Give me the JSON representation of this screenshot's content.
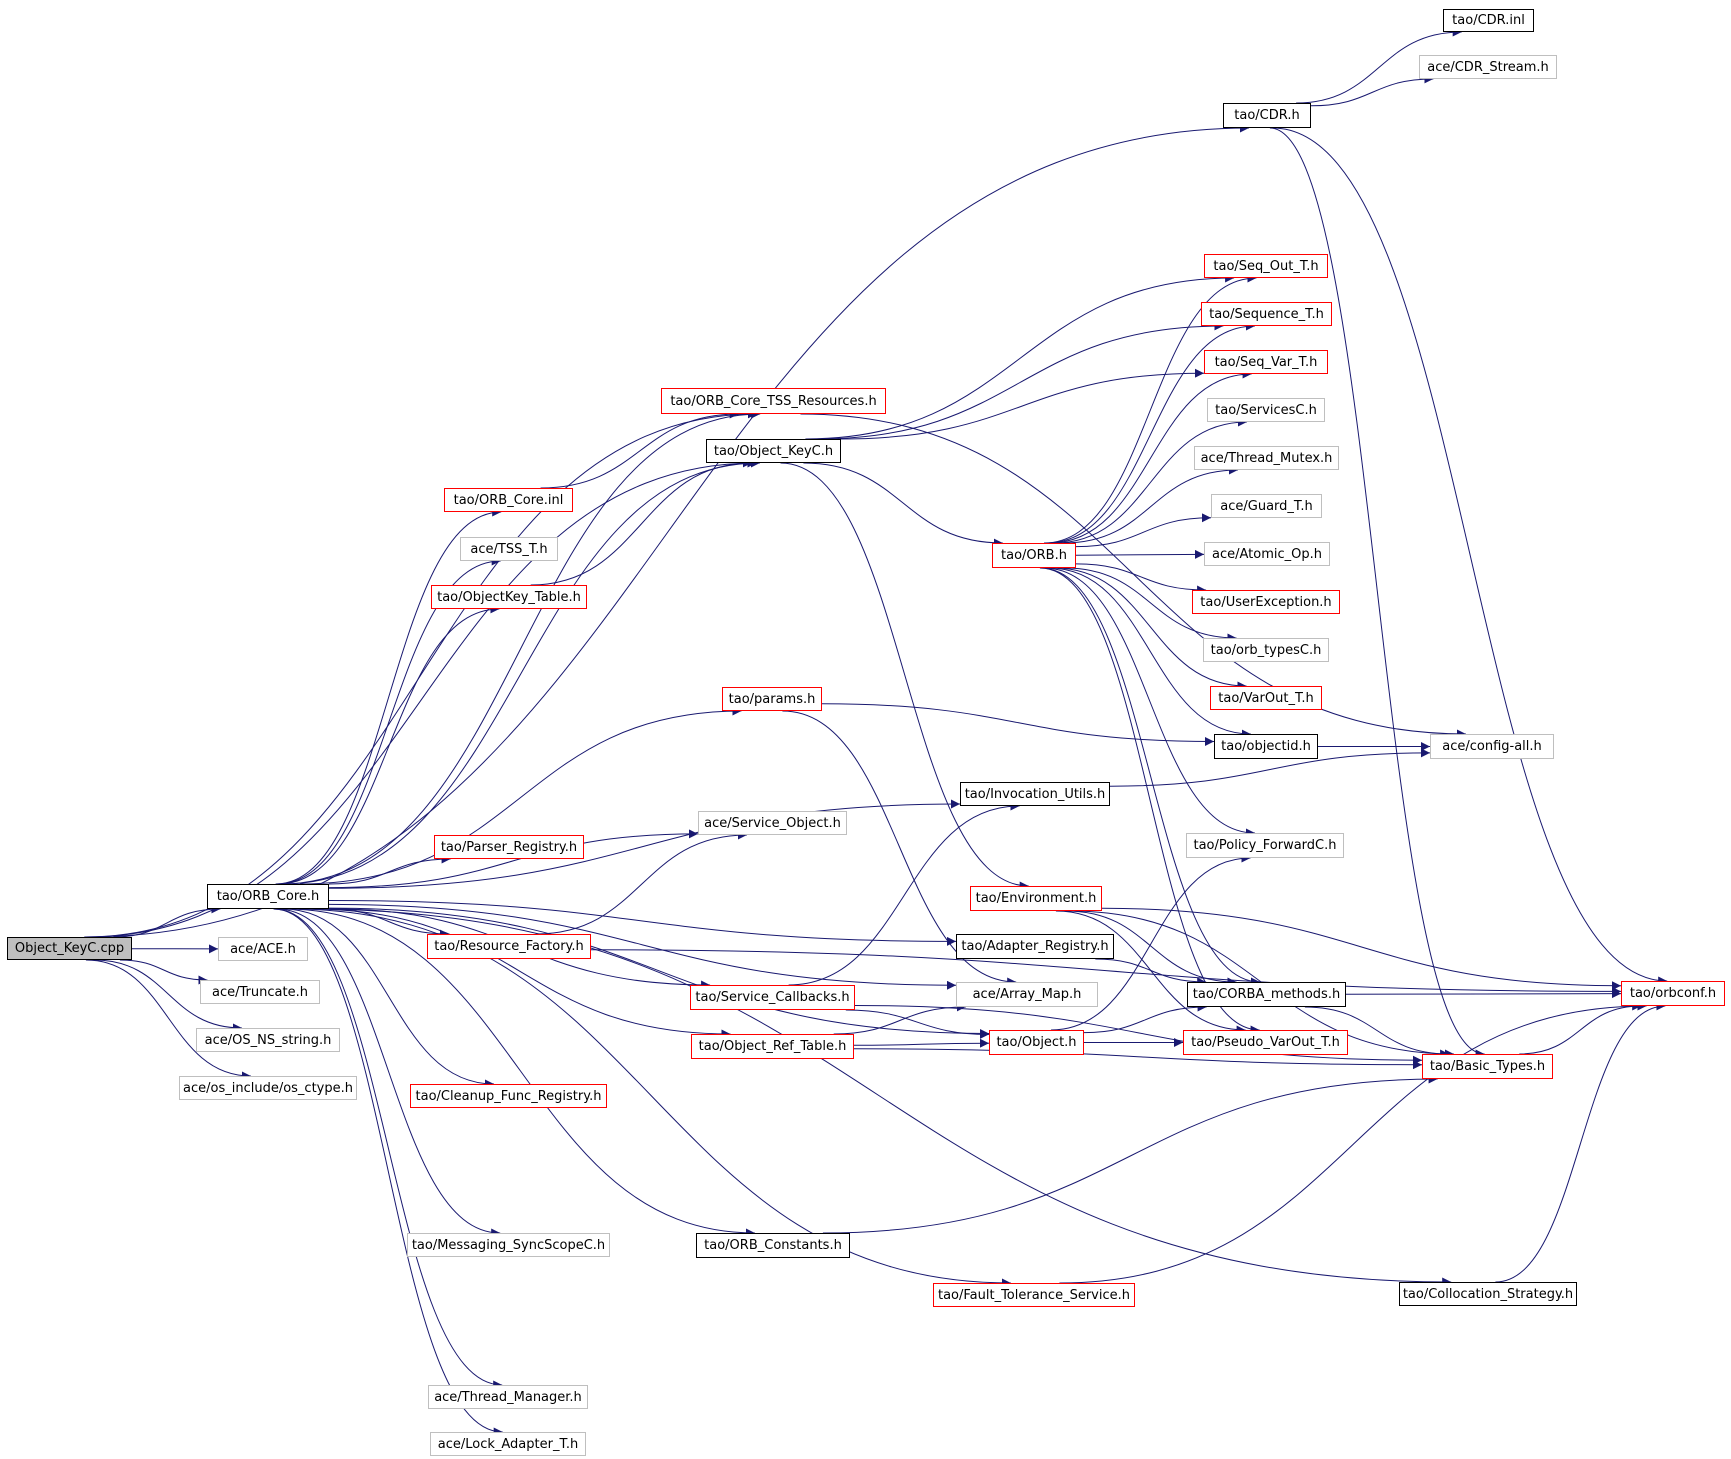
{
  "title": "",
  "colors": {
    "edge": "#191970",
    "documented": "#000000",
    "has_missing_parts": "#ff0000",
    "undocumented": "#bfbfbf",
    "root_fill": "#bfbfbf"
  },
  "nodes": [
    {
      "id": "n0",
      "label": "Object_KeyC.cpp",
      "style": "root"
    },
    {
      "id": "n1",
      "label": "tao/ORB_Core.h",
      "style": "black"
    },
    {
      "id": "n2",
      "label": "ace/ACE.h",
      "style": "gray"
    },
    {
      "id": "n3",
      "label": "ace/Truncate.h",
      "style": "gray"
    },
    {
      "id": "n4",
      "label": "ace/OS_NS_string.h",
      "style": "gray"
    },
    {
      "id": "n5",
      "label": "ace/os_include/os_ctype.h",
      "style": "gray"
    },
    {
      "id": "n6",
      "label": "tao/CDR.h",
      "style": "black"
    },
    {
      "id": "n7",
      "label": "tao/CDR.inl",
      "style": "black"
    },
    {
      "id": "n8",
      "label": "ace/CDR_Stream.h",
      "style": "gray"
    },
    {
      "id": "n9",
      "label": "tao/ORB_Core_TSS_Resources.h",
      "style": "red"
    },
    {
      "id": "n10",
      "label": "tao/Object_KeyC.h",
      "style": "black"
    },
    {
      "id": "n11",
      "label": "tao/ORB_Core.inl",
      "style": "red"
    },
    {
      "id": "n12",
      "label": "ace/TSS_T.h",
      "style": "gray"
    },
    {
      "id": "n13",
      "label": "tao/ObjectKey_Table.h",
      "style": "red"
    },
    {
      "id": "n14",
      "label": "tao/params.h",
      "style": "red"
    },
    {
      "id": "n15",
      "label": "tao/Invocation_Utils.h",
      "style": "black"
    },
    {
      "id": "n16",
      "label": "ace/Service_Object.h",
      "style": "gray"
    },
    {
      "id": "n17",
      "label": "tao/Parser_Registry.h",
      "style": "red"
    },
    {
      "id": "n18",
      "label": "tao/Resource_Factory.h",
      "style": "red"
    },
    {
      "id": "n19",
      "label": "tao/Environment.h",
      "style": "red"
    },
    {
      "id": "n20",
      "label": "tao/Adapter_Registry.h",
      "style": "black"
    },
    {
      "id": "n21",
      "label": "ace/Array_Map.h",
      "style": "gray"
    },
    {
      "id": "n22",
      "label": "tao/Service_Callbacks.h",
      "style": "red"
    },
    {
      "id": "n23",
      "label": "tao/Object_Ref_Table.h",
      "style": "red"
    },
    {
      "id": "n24",
      "label": "tao/Object.h",
      "style": "red"
    },
    {
      "id": "n25",
      "label": "tao/Cleanup_Func_Registry.h",
      "style": "red"
    },
    {
      "id": "n26",
      "label": "tao/Messaging_SyncScopeC.h",
      "style": "gray"
    },
    {
      "id": "n27",
      "label": "tao/ORB_Constants.h",
      "style": "black"
    },
    {
      "id": "n28",
      "label": "tao/Fault_Tolerance_Service.h",
      "style": "red"
    },
    {
      "id": "n29",
      "label": "tao/Collocation_Strategy.h",
      "style": "black"
    },
    {
      "id": "n30",
      "label": "ace/Thread_Manager.h",
      "style": "gray"
    },
    {
      "id": "n31",
      "label": "ace/Lock_Adapter_T.h",
      "style": "gray"
    },
    {
      "id": "n32",
      "label": "tao/ORB.h",
      "style": "red"
    },
    {
      "id": "n33",
      "label": "tao/Seq_Out_T.h",
      "style": "red"
    },
    {
      "id": "n34",
      "label": "tao/Sequence_T.h",
      "style": "red"
    },
    {
      "id": "n35",
      "label": "tao/Seq_Var_T.h",
      "style": "red"
    },
    {
      "id": "n36",
      "label": "tao/ServicesC.h",
      "style": "gray"
    },
    {
      "id": "n37",
      "label": "ace/Thread_Mutex.h",
      "style": "gray"
    },
    {
      "id": "n38",
      "label": "ace/Guard_T.h",
      "style": "gray"
    },
    {
      "id": "n39",
      "label": "ace/Atomic_Op.h",
      "style": "gray"
    },
    {
      "id": "n40",
      "label": "tao/UserException.h",
      "style": "red"
    },
    {
      "id": "n41",
      "label": "tao/orb_typesC.h",
      "style": "gray"
    },
    {
      "id": "n42",
      "label": "tao/VarOut_T.h",
      "style": "red"
    },
    {
      "id": "n43",
      "label": "tao/objectid.h",
      "style": "black"
    },
    {
      "id": "n44",
      "label": "ace/config-all.h",
      "style": "gray"
    },
    {
      "id": "n45",
      "label": "tao/Policy_ForwardC.h",
      "style": "gray"
    },
    {
      "id": "n46",
      "label": "tao/CORBA_methods.h",
      "style": "black"
    },
    {
      "id": "n47",
      "label": "tao/Pseudo_VarOut_T.h",
      "style": "red"
    },
    {
      "id": "n48",
      "label": "tao/Basic_Types.h",
      "style": "red"
    },
    {
      "id": "n49",
      "label": "tao/orbconf.h",
      "style": "red"
    }
  ],
  "edges": [
    [
      "n0",
      "n1"
    ],
    [
      "n0",
      "n2"
    ],
    [
      "n0",
      "n3"
    ],
    [
      "n0",
      "n4"
    ],
    [
      "n0",
      "n5"
    ],
    [
      "n0",
      "n6"
    ],
    [
      "n0",
      "n9"
    ],
    [
      "n0",
      "n10"
    ],
    [
      "n6",
      "n7"
    ],
    [
      "n6",
      "n8"
    ],
    [
      "n6",
      "n49"
    ],
    [
      "n6",
      "n48"
    ],
    [
      "n1",
      "n9"
    ],
    [
      "n1",
      "n10"
    ],
    [
      "n1",
      "n11"
    ],
    [
      "n1",
      "n12"
    ],
    [
      "n1",
      "n13"
    ],
    [
      "n1",
      "n14"
    ],
    [
      "n1",
      "n15"
    ],
    [
      "n1",
      "n16"
    ],
    [
      "n1",
      "n17"
    ],
    [
      "n1",
      "n18"
    ],
    [
      "n1",
      "n20"
    ],
    [
      "n1",
      "n21"
    ],
    [
      "n1",
      "n22"
    ],
    [
      "n1",
      "n23"
    ],
    [
      "n1",
      "n24"
    ],
    [
      "n1",
      "n25"
    ],
    [
      "n1",
      "n26"
    ],
    [
      "n1",
      "n27"
    ],
    [
      "n1",
      "n28"
    ],
    [
      "n1",
      "n29"
    ],
    [
      "n1",
      "n30"
    ],
    [
      "n1",
      "n31"
    ],
    [
      "n11",
      "n9"
    ],
    [
      "n13",
      "n10"
    ],
    [
      "n9",
      "n44"
    ],
    [
      "n10",
      "n32"
    ],
    [
      "n10",
      "n19"
    ],
    [
      "n10",
      "n33"
    ],
    [
      "n10",
      "n34"
    ],
    [
      "n10",
      "n35"
    ],
    [
      "n32",
      "n33"
    ],
    [
      "n32",
      "n34"
    ],
    [
      "n32",
      "n35"
    ],
    [
      "n32",
      "n36"
    ],
    [
      "n32",
      "n37"
    ],
    [
      "n32",
      "n38"
    ],
    [
      "n32",
      "n39"
    ],
    [
      "n32",
      "n40"
    ],
    [
      "n32",
      "n41"
    ],
    [
      "n32",
      "n42"
    ],
    [
      "n32",
      "n43"
    ],
    [
      "n32",
      "n45"
    ],
    [
      "n32",
      "n46"
    ],
    [
      "n32",
      "n47"
    ],
    [
      "n14",
      "n43"
    ],
    [
      "n14",
      "n21"
    ],
    [
      "n43",
      "n44"
    ],
    [
      "n15",
      "n44"
    ],
    [
      "n18",
      "n16"
    ],
    [
      "n18",
      "n49"
    ],
    [
      "n22",
      "n15"
    ],
    [
      "n22",
      "n24"
    ],
    [
      "n22",
      "n48"
    ],
    [
      "n23",
      "n21"
    ],
    [
      "n23",
      "n24"
    ],
    [
      "n23",
      "n48"
    ],
    [
      "n24",
      "n45"
    ],
    [
      "n24",
      "n46"
    ],
    [
      "n24",
      "n47"
    ],
    [
      "n19",
      "n49"
    ],
    [
      "n19",
      "n46"
    ],
    [
      "n19",
      "n47"
    ],
    [
      "n19",
      "n48"
    ],
    [
      "n20",
      "n46"
    ],
    [
      "n46",
      "n49"
    ],
    [
      "n46",
      "n48"
    ],
    [
      "n48",
      "n49"
    ],
    [
      "n27",
      "n48"
    ],
    [
      "n28",
      "n49"
    ],
    [
      "n29",
      "n49"
    ]
  ]
}
